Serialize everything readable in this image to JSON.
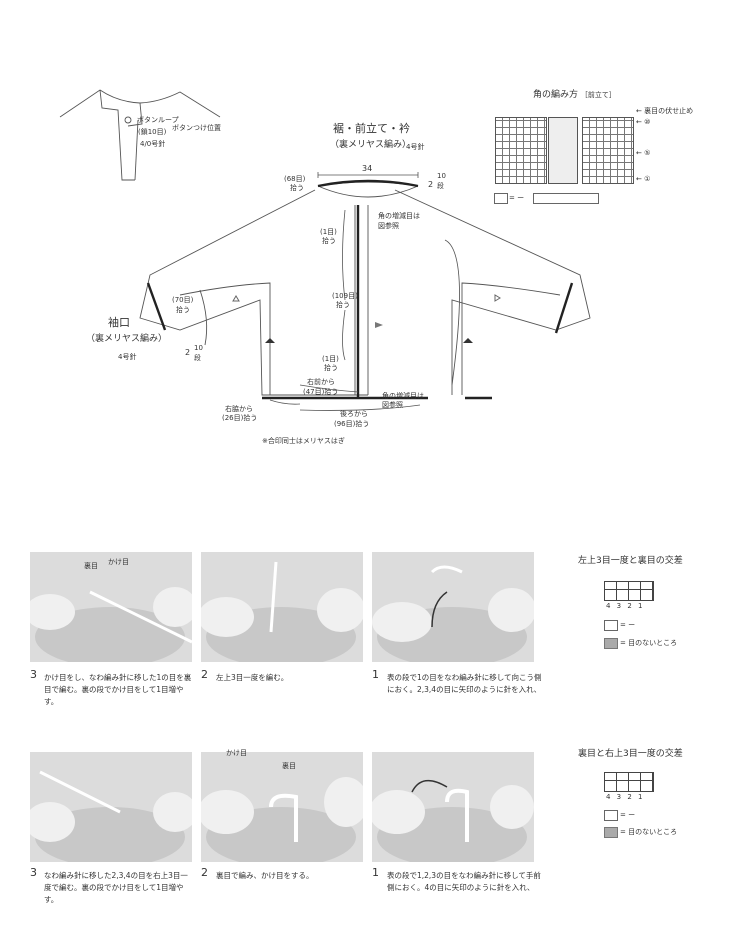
{
  "top": {
    "collar_title": "裾・前立て・衿",
    "collar_sub": "（裏メリヤス編み）",
    "collar_needle": "4号針",
    "width_34": "34",
    "pick_68": "(68目)",
    "pick_68_b": "拾う",
    "rows_2": "2",
    "rows_10a": "10",
    "rows_dan": "段",
    "corner_note_1": "角の増減目は",
    "corner_note_2": "図参照",
    "pick_1a": "(1目)",
    "pick_1a_b": "拾う",
    "pick_109": "(109目)",
    "pick_109_b": "拾う",
    "pick_1b": "(1目)",
    "pick_1b_b": "拾う",
    "right_front_1": "右前から",
    "right_front_2": "(47目)拾う",
    "corner_note_3": "角の増減目は",
    "corner_note_4": "図参照",
    "right_side_1": "右脇から",
    "right_side_2": "(26目)拾う",
    "back_1": "後ろから",
    "back_2": "(96目)拾う",
    "footnote": "※合印同士はメリヤスはぎ",
    "button_loop_1": "ボタンループ",
    "button_loop_2": "(鎖10目)",
    "button_loop_3": "4/0号針",
    "button_pos": "ボタンつけ位置",
    "cuff_title": "袖口",
    "cuff_sub": "（裏メリヤス編み）",
    "cuff_needle": "4号針",
    "pick_70": "(70目)",
    "pick_70_b": "拾う",
    "cuff_rows_2": "2",
    "cuff_rows_10": "10",
    "cuff_rows_dan": "段"
  },
  "corner": {
    "title": "角の編み方",
    "title_note": "［前立て］",
    "bind_off": "← 裏目の伏せ止め",
    "row_10": "← ⑩",
    "row_5": "← ⑤",
    "row_1": "← ①",
    "legend_eq": "= ー"
  },
  "section_a": {
    "title": "左上3目一度と裏目の交差",
    "legend_eq": "= ー",
    "legend_gray": "= 目のないところ",
    "nums": "4 3 2 1"
  },
  "section_b": {
    "title": "裏目と右上3目一度の交差",
    "legend_eq": "= ー",
    "legend_gray": "= 目のないところ",
    "nums": "4 3 2 1"
  },
  "steps_a": [
    {
      "num": "3",
      "text": "かけ目をし、なわ編み針に移した1の目を裏目で編む。裏の段でかけ目をして1目増やす。",
      "label1": "裏目",
      "label2": "かけ目"
    },
    {
      "num": "2",
      "text": "左上3目一度を編む。"
    },
    {
      "num": "1",
      "text": "表の段で1の目をなわ編み針に移して向こう側におく。2,3,4の目に矢印のように針を入れ、"
    }
  ],
  "steps_b": [
    {
      "num": "3",
      "text": "なわ編み針に移した2,3,4の目を右上3目一度で編む。裏の段でかけ目をして1目増やす。"
    },
    {
      "num": "2",
      "text": "裏目で編み、かけ目をする。",
      "label1": "かけ目",
      "label2": "裏目"
    },
    {
      "num": "1",
      "text": "表の段で1,2,3の目をなわ編み針に移して手前側におく。4の目に矢印のように針を入れ、"
    }
  ]
}
